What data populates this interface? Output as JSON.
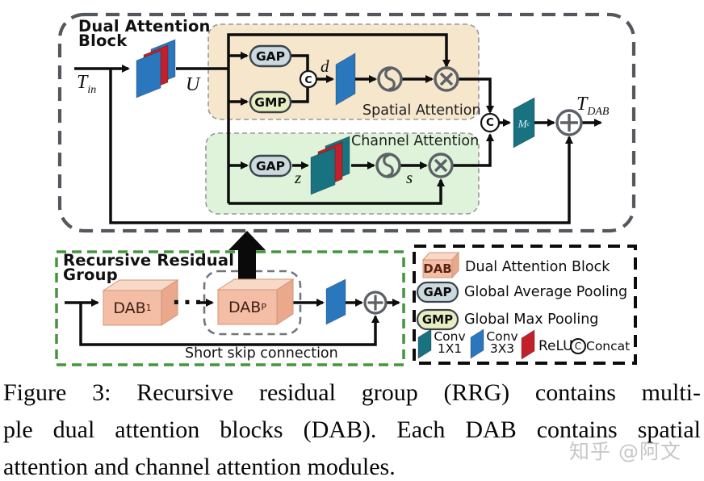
{
  "colors": {
    "conv3x3_blue": "#2b77be",
    "conv1x1_teal": "#187280",
    "relu_red": "#c2202a",
    "dab_salmon": "#f4bda6",
    "spatial_bg": "#f5e6cc",
    "channel_bg": "#dff3da",
    "gap_fill": "#ccd9df",
    "gmp_fill": "#e8eec2",
    "rrg_border_green": "#43963b",
    "line_black": "#0d0d0d",
    "glyph_gray": "#5c6167"
  },
  "dab": {
    "title_line1": "Dual Attention",
    "title_line2": "Block",
    "t_in": {
      "main": "T",
      "sub": "in"
    },
    "u_label": "U",
    "spatial": {
      "title": "Spatial Attention",
      "gap": "GAP",
      "gmp": "GMP",
      "concat_c": "C",
      "d_label": "d"
    },
    "channel": {
      "title": "Channel Attention",
      "gap": "GAP",
      "z_label": "z",
      "s_label": "s"
    },
    "concat_c": "C",
    "m_c": {
      "main": "M",
      "sub": "c"
    },
    "t_dab": {
      "main": "T",
      "sub": "DAB"
    }
  },
  "rrg": {
    "title_line1": "Recursive Residual",
    "title_line2": "Group",
    "dab1": {
      "main": "DAB",
      "sub": "1"
    },
    "dabp": {
      "main": "DAB",
      "sub": "P"
    },
    "ellipsis": "···",
    "skip_label": "Short skip connection"
  },
  "legend": {
    "dab_icon_label": "DAB",
    "dab_text": "Dual Attention Block",
    "gap_icon_label": "GAP",
    "gap_text": "Global Average Pooling",
    "gmp_icon_label": "GMP",
    "gmp_text": "Global Max Pooling",
    "conv1_line1": "Conv",
    "conv1_line2": "1X1",
    "conv3_line1": "Conv",
    "conv3_line2": "3X3",
    "relu_text": "ReLU",
    "concat_icon_label": "C",
    "concat_text": "Concat"
  },
  "caption": {
    "line1": "Figure 3: Recursive residual group (RRG) contains multi-",
    "line2": "ple dual attention blocks (DAB). Each DAB contains spatial",
    "line3": "attention and channel attention modules."
  },
  "watermark": "知乎 @阿文"
}
